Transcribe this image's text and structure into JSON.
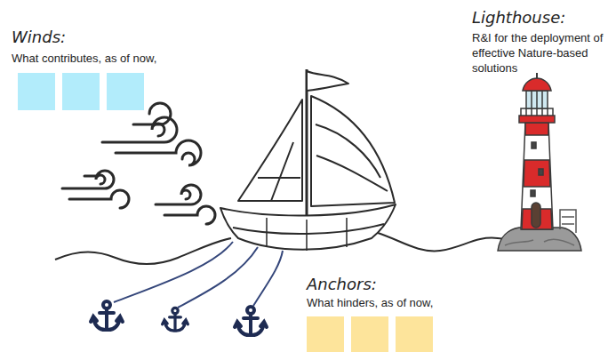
{
  "diagram": {
    "labels": [
      "Winds:",
      "What contributes, as of now,",
      "Lighthouse:",
      "R&I for the deployment of effective Nature-based solutions",
      "Anchors:",
      "What hinders, as of now,"
    ]
  }
}
